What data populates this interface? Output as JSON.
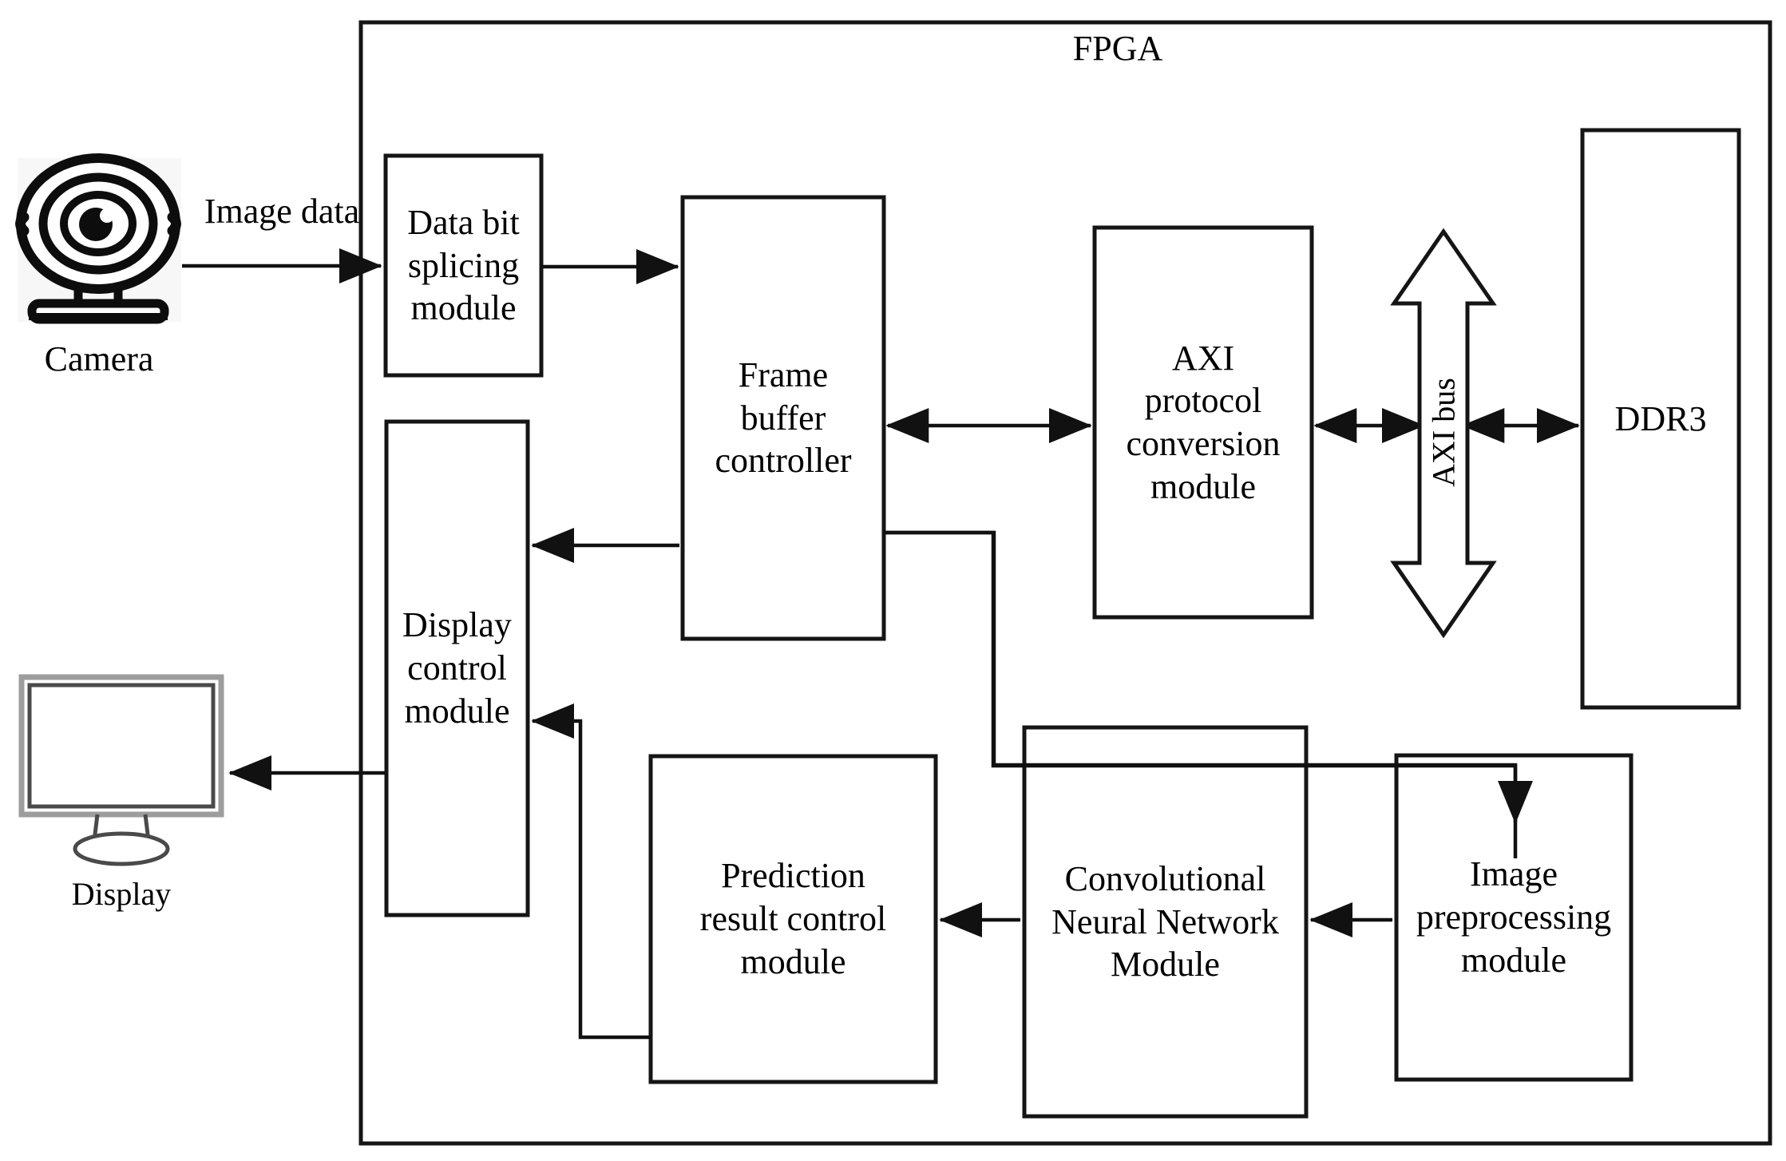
{
  "diagram": {
    "title": "FPGA",
    "external": {
      "camera": {
        "label": "Camera",
        "icon": "webcam-icon"
      },
      "display": {
        "label": "Display",
        "icon": "monitor-icon"
      }
    },
    "edge_labels": {
      "image_data": "Image data",
      "axi_bus": "AXI bus"
    },
    "blocks": [
      {
        "id": "data-bit-splicing-module",
        "label": "Data bit\nsplicing\nmodule"
      },
      {
        "id": "frame-buffer-controller",
        "label": "Frame\nbuffer\ncontroller"
      },
      {
        "id": "axi-protocol-conversion-module",
        "label": "AXI\nprotocol\nconversion\nmodule"
      },
      {
        "id": "ddr3",
        "label": "DDR3"
      },
      {
        "id": "display-control-module",
        "label": "Display\ncontrol\nmodule"
      },
      {
        "id": "prediction-result-control-module",
        "label": "Prediction\nresult control\nmodule"
      },
      {
        "id": "convolutional-neural-network-module",
        "label": "Convolutional\nNeural Network\nModule"
      },
      {
        "id": "image-preprocessing-module",
        "label": "Image\npreprocessing\nmodule"
      }
    ],
    "colors": {
      "stroke": "#1a1a1a",
      "fill": "#ffffff",
      "background": "#ffffff",
      "icon_background": "#f7f7f7"
    }
  }
}
